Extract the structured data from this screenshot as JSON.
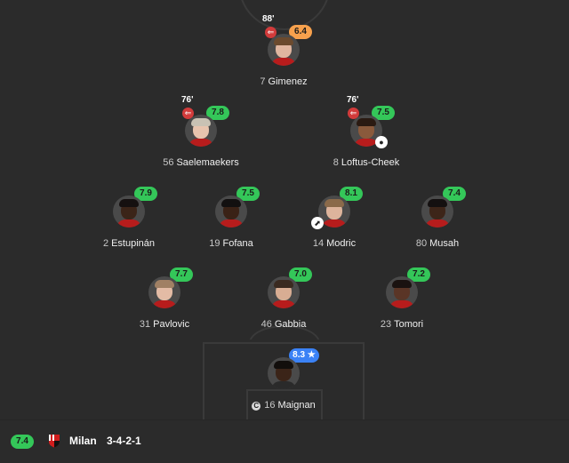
{
  "team": {
    "name": "Milan",
    "formation": "3-4-2-1",
    "rating": "7.4"
  },
  "colors": {
    "green": "#34c759",
    "orange": "#f7a14d",
    "blue": "#3b82f6",
    "sub_red": "#d23b3b"
  },
  "players": {
    "gimenez": {
      "number": "7",
      "name": "Gimenez",
      "rating": "6.4",
      "sub_minute": "88'"
    },
    "saelemaekers": {
      "number": "56",
      "name": "Saelemaekers",
      "rating": "7.8",
      "sub_minute": "76'"
    },
    "loftus_cheek": {
      "number": "8",
      "name": "Loftus-Cheek",
      "rating": "7.5",
      "sub_minute": "76'",
      "event_icon": "ball-icon"
    },
    "estupinan": {
      "number": "2",
      "name": "Estupinán",
      "rating": "7.9"
    },
    "fofana": {
      "number": "19",
      "name": "Fofana",
      "rating": "7.5"
    },
    "modric": {
      "number": "14",
      "name": "Modric",
      "rating": "8.1",
      "event_icon": "boot-icon"
    },
    "musah": {
      "number": "80",
      "name": "Musah",
      "rating": "7.4"
    },
    "pavlovic": {
      "number": "31",
      "name": "Pavlovic",
      "rating": "7.7"
    },
    "gabbia": {
      "number": "46",
      "name": "Gabbia",
      "rating": "7.0"
    },
    "tomori": {
      "number": "23",
      "name": "Tomori",
      "rating": "7.2"
    },
    "maignan": {
      "number": "16",
      "name": "Maignan",
      "rating": "8.3 ★",
      "captain": "C"
    }
  }
}
